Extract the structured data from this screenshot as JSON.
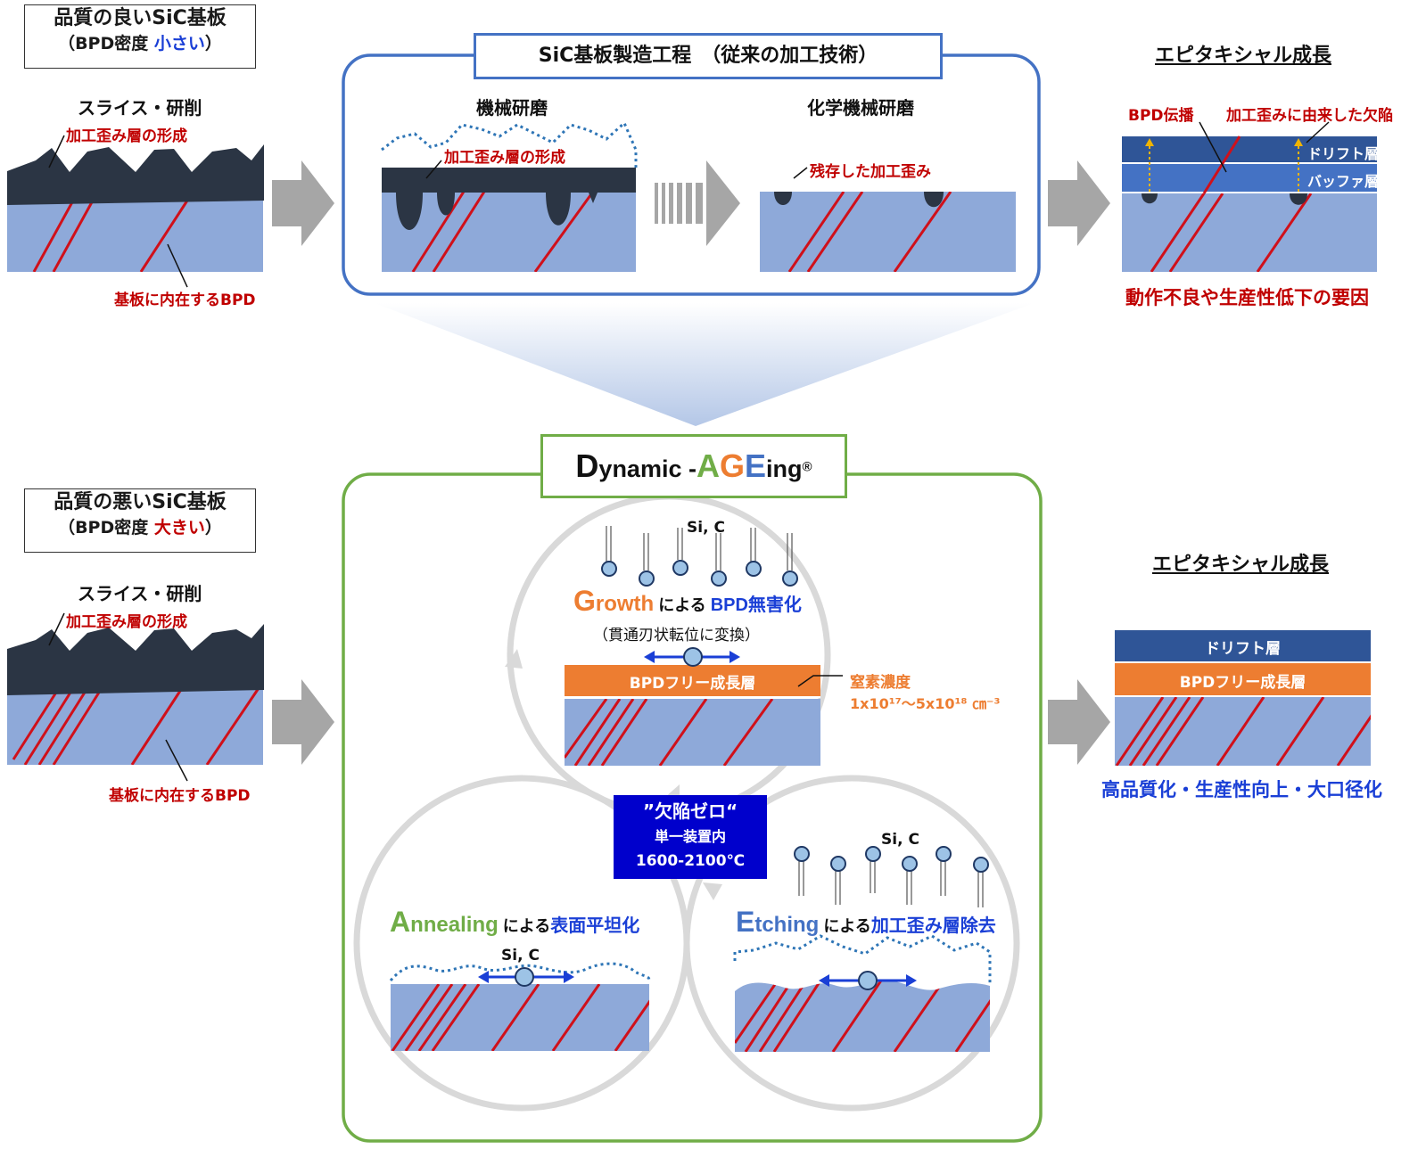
{
  "colors": {
    "substrate": "#8ea9d9",
    "damage": "#2b3544",
    "bpd_line": "#d0101a",
    "red_text": "#c00000",
    "blue_text": "#1a3fd6",
    "orange": "#ed7d31",
    "drift": "#2f5597",
    "buffer": "#4472c4",
    "arrow_gray": "#a6a6a6",
    "frame_blue": "#4472c4",
    "frame_green": "#70ad47",
    "center_box": "#0000cc",
    "circle_gray": "#d9d9d9"
  },
  "top_left": {
    "title_line1": "品質の良いSiC基板",
    "title_line2_pre": "（BPD密度 ",
    "title_line2_em": "小さい",
    "title_line2_post": "）",
    "slice_label": "スライス・研削",
    "damage_label": "加工歪み層の形成",
    "bpd_label": "基板に内在するBPD"
  },
  "process_box": {
    "title": "SiC基板製造工程　（従来の加工技術）",
    "step1_label": "機械研磨",
    "step1_damage": "加工歪み層の形成",
    "step2_label": "化学機械研磨",
    "step2_damage": "残存した加工歪み"
  },
  "top_right": {
    "title": "エピタキシャル成長",
    "bpd_prop": "BPD伝播",
    "defect": "加工歪みに由来した欠陥",
    "drift": "ドリフト層",
    "buffer": "バッファ層",
    "bottom": "動作不良や生産性低下の要因"
  },
  "bottom_left": {
    "title_line1": "品質の悪いSiC基板",
    "title_line2_pre": "（BPD密度 ",
    "title_line2_em": "大きい",
    "title_line2_post": "）",
    "slice_label": "スライス・研削",
    "damage_label": "加工歪み層の形成",
    "bpd_label": "基板に内在するBPD"
  },
  "dynamic": {
    "title_d": "D",
    "title_rest1": "ynamic -",
    "title_a": "A",
    "title_g": "G",
    "title_e": "E",
    "title_rest2": "ing",
    "title_reg": "®",
    "growth_big": "G",
    "growth_rest": "rowth",
    "growth_by": " による ",
    "growth_effect": "BPD無害化",
    "growth_sub": "（貫通刃状転位に変換）",
    "growth_layer": "BPDフリー成長層",
    "nitrogen_label": "窒素濃度",
    "nitrogen_value": "1x10¹⁷～5x10¹⁸ ㎝⁻³",
    "si_c": "Si, C",
    "center_title": "”欠陥ゼロ“",
    "center_line2": "単一装置内",
    "center_line3": "1600-2100℃",
    "anneal_big": "A",
    "anneal_rest": "nnealing",
    "anneal_by": " による",
    "anneal_effect": "表面平坦化",
    "etch_big": "E",
    "etch_rest": "tching",
    "etch_by": " による",
    "etch_effect": "加工歪み層除去"
  },
  "bottom_right": {
    "title": "エピタキシャル成長",
    "drift": "ドリフト層",
    "growth_layer": "BPDフリー成長層",
    "bottom": "高品質化・生産性向上・大口径化"
  }
}
